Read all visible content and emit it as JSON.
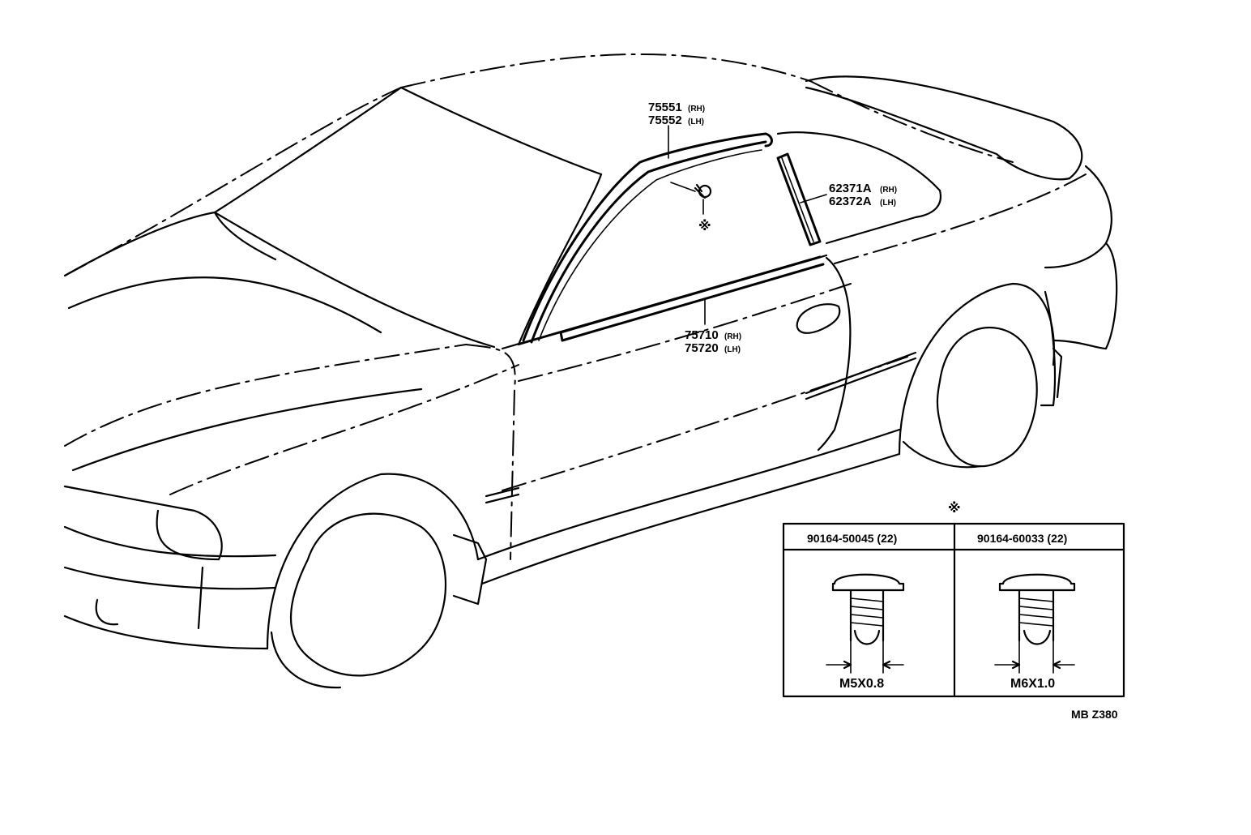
{
  "callouts": {
    "upper_molding": {
      "part_rh": "75551",
      "side_rh": "(RH)",
      "part_lh": "75552",
      "side_lh": "(LH)"
    },
    "pillar_garnish": {
      "part_rh": "62371A",
      "side_rh": "(RH)",
      "part_lh": "62372A",
      "side_lh": "(LH)"
    },
    "belt_molding": {
      "part_rh": "75710",
      "side_rh": "(RH)",
      "part_lh": "75720",
      "side_lh": "(LH)"
    },
    "clip_mark": "※"
  },
  "clip_table": {
    "mark": "※",
    "columns": [
      {
        "part_number": "90164-50045 (22)",
        "thread": "M5X0.8"
      },
      {
        "part_number": "90164-60033 (22)",
        "thread": "M6X1.0"
      }
    ]
  },
  "diagram_code": "MB Z380",
  "colors": {
    "ink": "#000000",
    "paper": "#ffffff"
  }
}
